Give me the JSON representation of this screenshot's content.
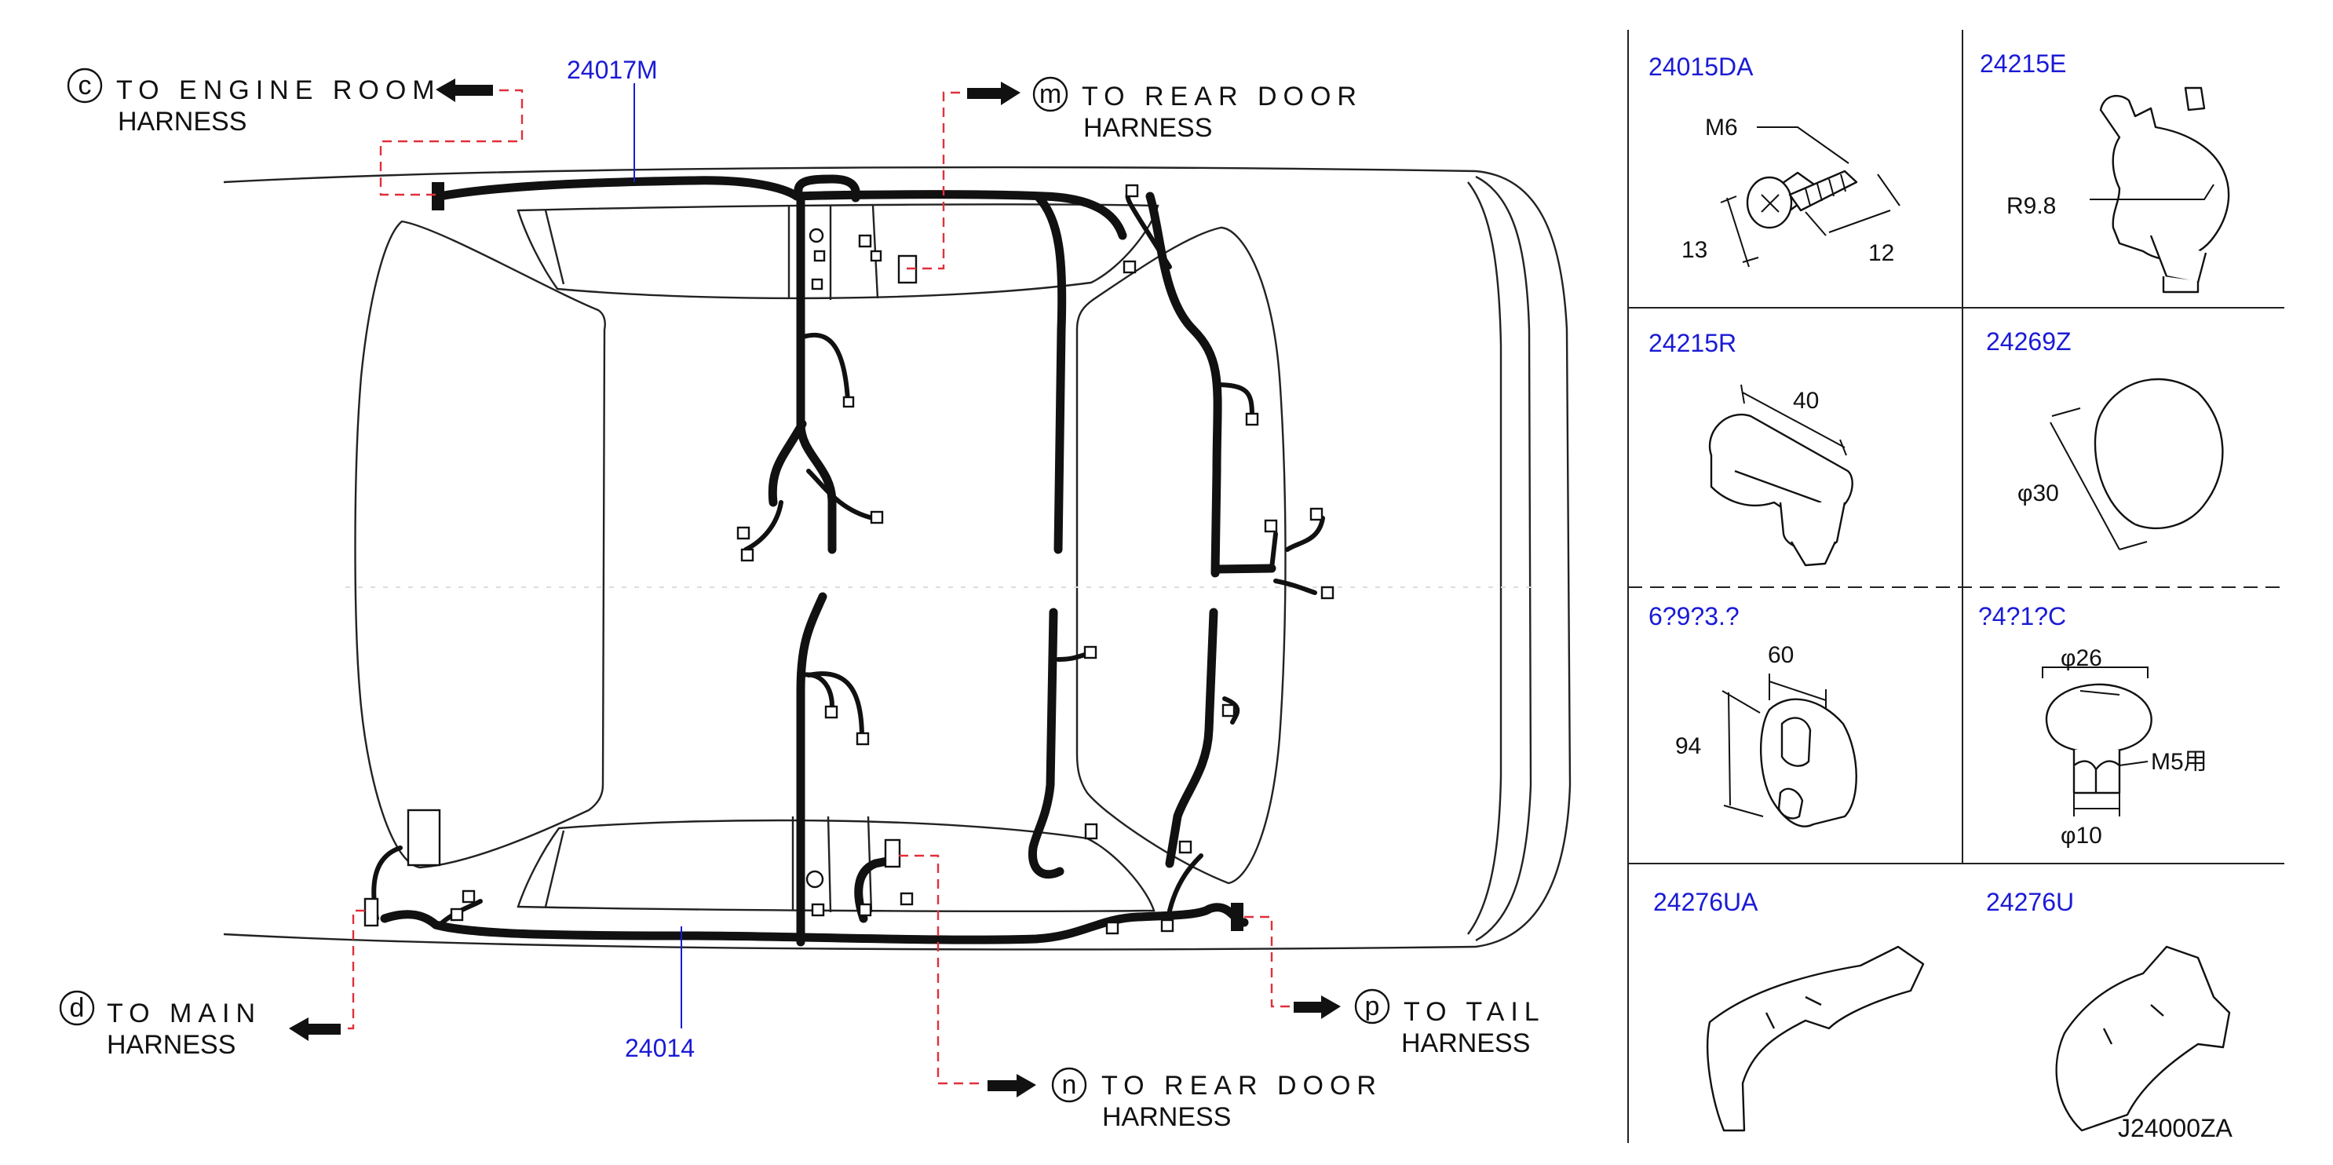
{
  "callouts": {
    "c": {
      "letter": "c",
      "line1": "TO ENGINE ROOM",
      "line2": "HARNESS"
    },
    "m": {
      "letter": "m",
      "line1": "TO REAR DOOR",
      "line2": "HARNESS"
    },
    "d": {
      "letter": "d",
      "line1": "TO MAIN",
      "line2": "HARNESS"
    },
    "n": {
      "letter": "n",
      "line1": "TO REAR DOOR",
      "line2": "HARNESS"
    },
    "p": {
      "letter": "p",
      "line1": "TO TAIL",
      "line2": "HARNESS"
    }
  },
  "main_parts": {
    "top_harness": "24017M",
    "bottom_harness": "24014"
  },
  "parts_grid": [
    {
      "number": "24015DA",
      "dims": [
        "M6",
        "13",
        "12"
      ]
    },
    {
      "number": "24215E",
      "dims": [
        "R9.8"
      ]
    },
    {
      "number": "24215R",
      "dims": [
        "40"
      ]
    },
    {
      "number": "24269Z",
      "dims": [
        "φ30"
      ]
    },
    {
      "number": "6?9?3.?",
      "dims": [
        "60",
        "94"
      ]
    },
    {
      "number": "?4?1?C",
      "dims": [
        "φ26",
        "M5用",
        "φ10"
      ]
    },
    {
      "number": "24276UA",
      "dims": []
    },
    {
      "number": "24276U",
      "dims": []
    }
  ],
  "drawing_code": "J24000ZA",
  "colors": {
    "part_number": "#1a1ad6",
    "leader_dashed": "#e0303a",
    "linework": "#111111"
  }
}
